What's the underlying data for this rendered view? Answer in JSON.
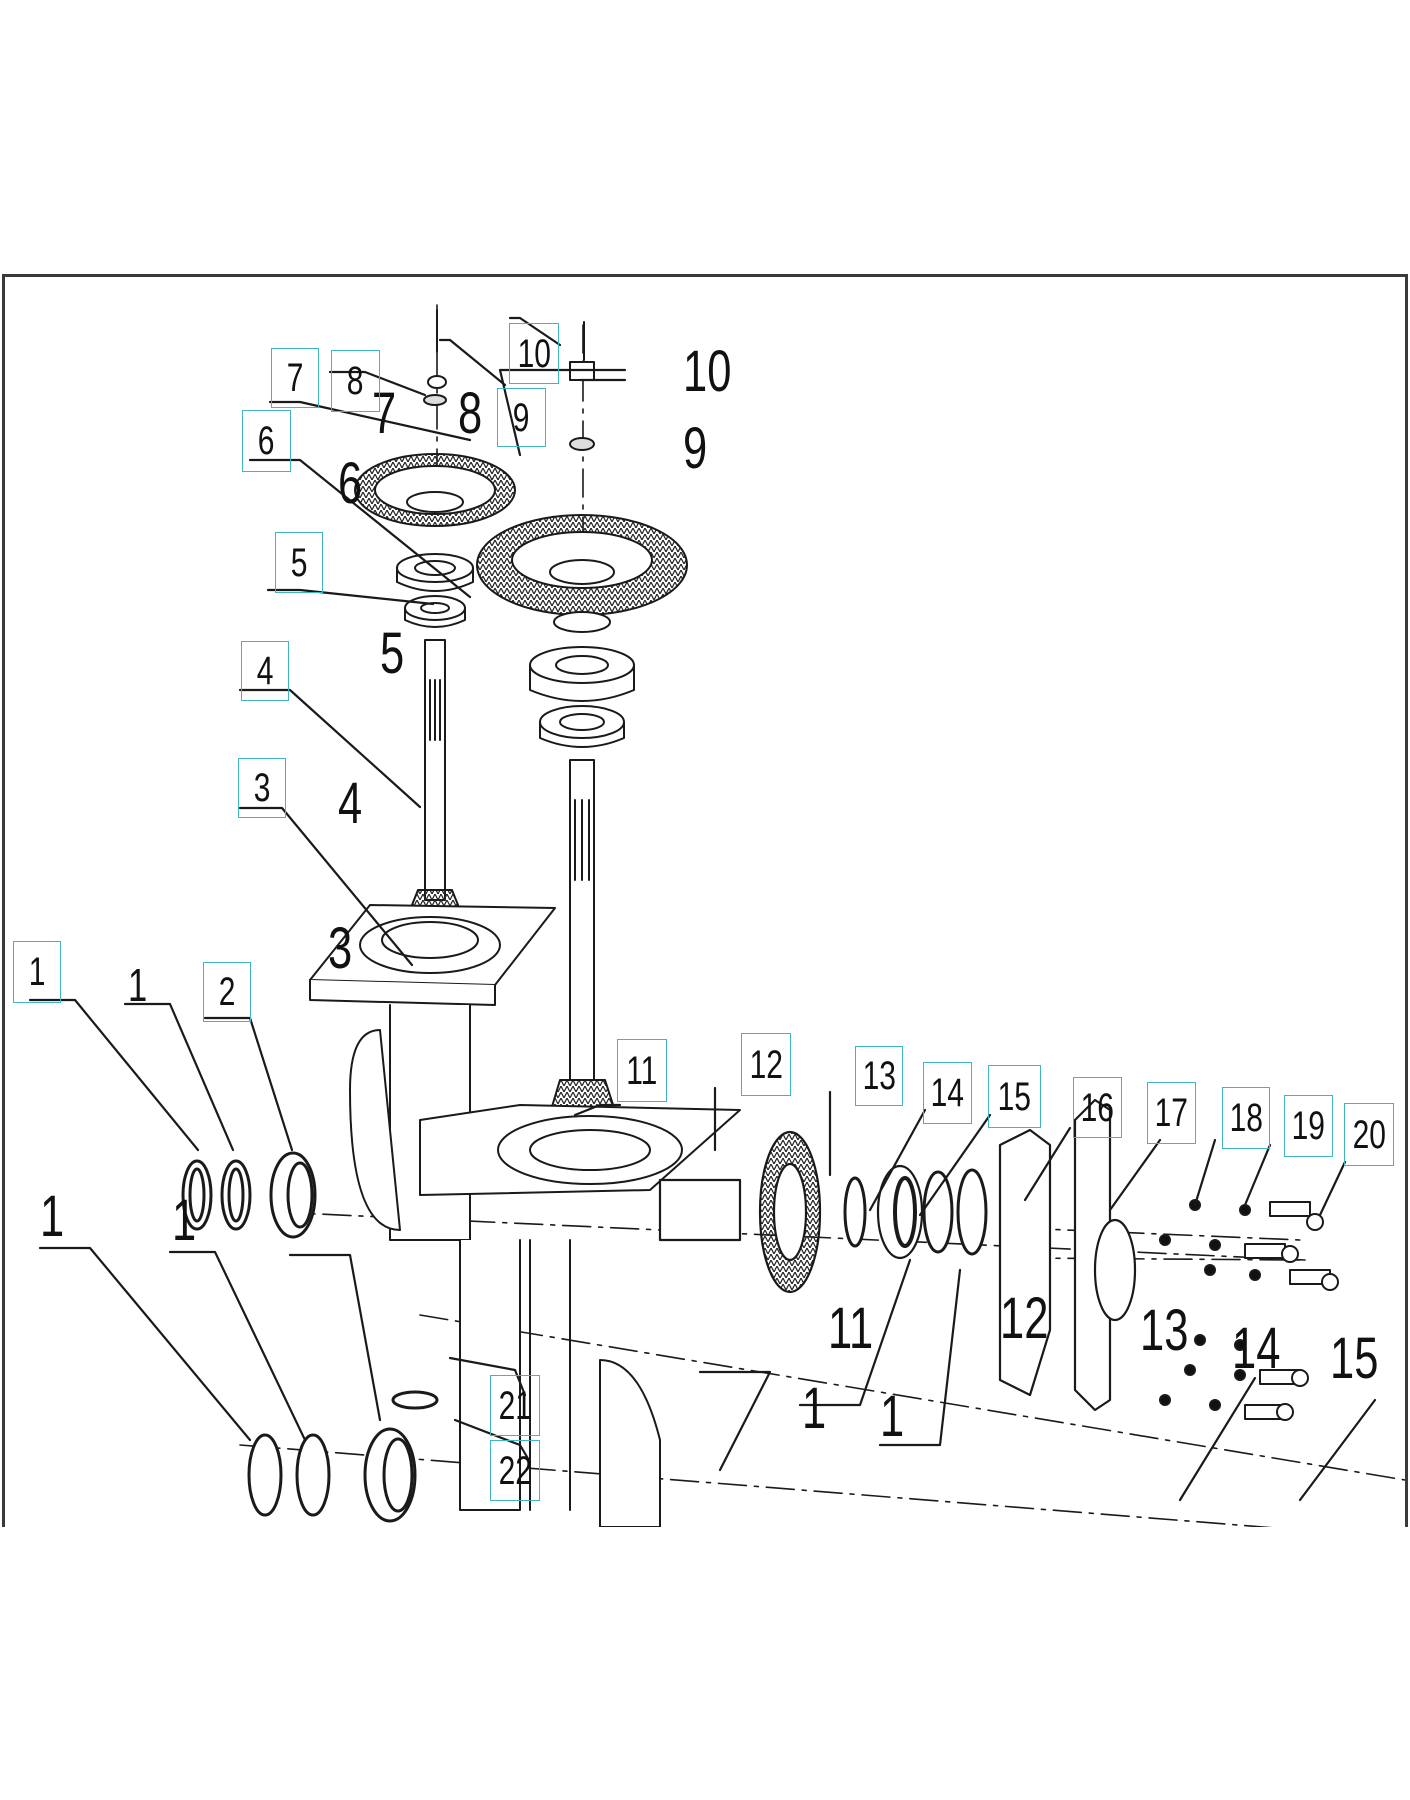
{
  "callouts": [
    {
      "id": "c1a",
      "label": "1"
    },
    {
      "id": "c2",
      "label": "2"
    },
    {
      "id": "c3",
      "label": "3"
    },
    {
      "id": "c4",
      "label": "4"
    },
    {
      "id": "c5",
      "label": "5"
    },
    {
      "id": "c6",
      "label": "6"
    },
    {
      "id": "c7",
      "label": "7"
    },
    {
      "id": "c8",
      "label": "8"
    },
    {
      "id": "c9",
      "label": "9"
    },
    {
      "id": "c10",
      "label": "10"
    },
    {
      "id": "c11",
      "label": "11"
    },
    {
      "id": "c12",
      "label": "12"
    },
    {
      "id": "c13",
      "label": "13"
    },
    {
      "id": "c14",
      "label": "14"
    },
    {
      "id": "c15",
      "label": "15"
    },
    {
      "id": "c16",
      "label": "16"
    },
    {
      "id": "c17",
      "label": "17"
    },
    {
      "id": "c18",
      "label": "18"
    },
    {
      "id": "c19",
      "label": "19"
    },
    {
      "id": "c20",
      "label": "20"
    },
    {
      "id": "c21",
      "label": "21"
    },
    {
      "id": "c22",
      "label": "22"
    }
  ],
  "drawing_labels": {
    "n1_small": "1",
    "n1_large": "1",
    "n1_large2": "1",
    "n3": "3",
    "n4": "4",
    "n5": "5",
    "n6": "6",
    "n7": "7",
    "n8": "8",
    "n9": "9",
    "n10": "10",
    "n11": "11",
    "n12": "12",
    "n13": "13",
    "n14": "14",
    "n15": "15",
    "n1_bottom_a": "1",
    "n1_bottom_b": "1"
  }
}
